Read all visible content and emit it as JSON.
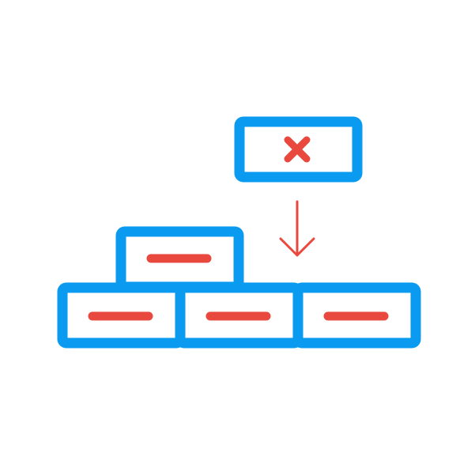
{
  "colors": {
    "background": "#ffffff",
    "block_outline": "#0a9af0",
    "mark": "#e8483d"
  },
  "icons": {
    "illustration": "block-stacking-icon",
    "falling_block": "rejected-block-icon",
    "falling_block_mark": "x-mark-icon",
    "arrow": "arrow-down-icon",
    "stacked_block_mark": "minus-icon"
  },
  "blocks": {
    "falling": {
      "mark": "x"
    },
    "stack": [
      {
        "row": "top",
        "mark": "minus"
      },
      {
        "row": "bottom",
        "mark": "minus"
      },
      {
        "row": "bottom",
        "mark": "minus"
      },
      {
        "row": "bottom",
        "mark": "minus"
      }
    ]
  }
}
